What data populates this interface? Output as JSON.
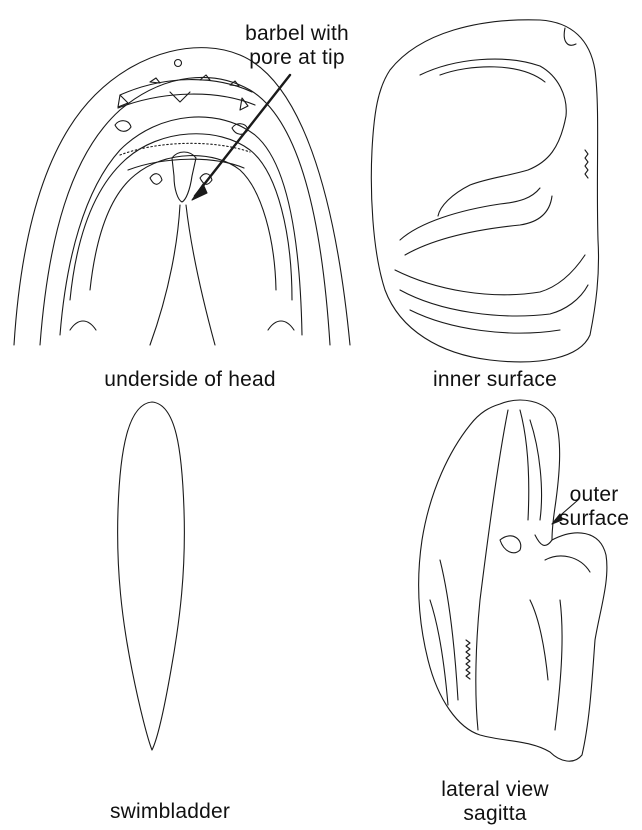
{
  "labels": {
    "barbel_line1": "barbel with",
    "barbel_line2": "pore at tip",
    "underside_of_head": "underside of head",
    "inner_surface": "inner surface",
    "outer_line1": "outer",
    "outer_line2": "surface",
    "swimbladder": "swimbladder",
    "lateral_line1": "lateral view",
    "lateral_line2": "sagitta"
  },
  "colors": {
    "ink": "#1a1a1a",
    "background": "#ffffff"
  }
}
